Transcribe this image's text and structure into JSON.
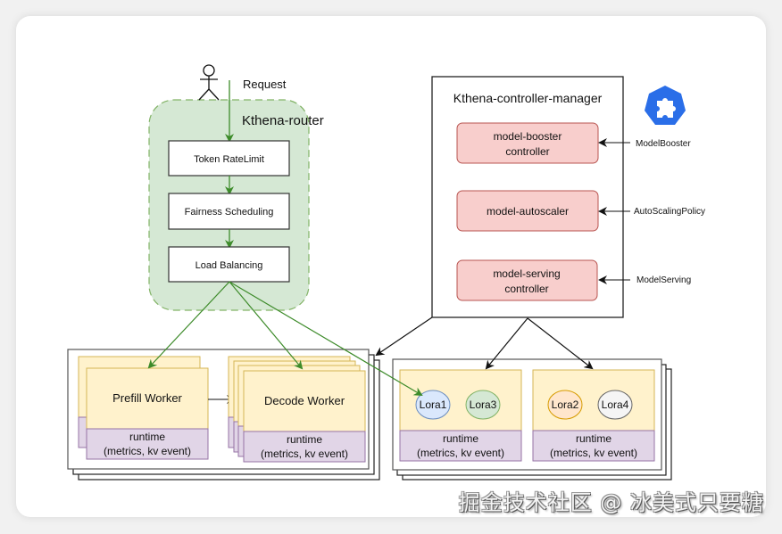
{
  "diagram": {
    "actor": {
      "label": "Request"
    },
    "router": {
      "title": "Kthena-router",
      "steps": [
        "Token RateLimit",
        "Fairness Scheduling",
        "Load Balancing"
      ],
      "fill": "#d5e8d4",
      "stroke": "#82b366"
    },
    "controller_manager": {
      "title": "Kthena-controller-manager",
      "controllers": [
        {
          "label_line1": "model-booster",
          "label_line2": "controller",
          "input": "ModelBooster"
        },
        {
          "label_line1": "model-autoscaler",
          "label_line2": "",
          "input": "AutoScalingPolicy"
        },
        {
          "label_line1": "model-serving",
          "label_line2": "controller",
          "input": "ModelServing"
        }
      ],
      "controller_fill": "#f8cecc",
      "controller_stroke": "#b85450"
    },
    "logo": {
      "icon": "kubernetes-puzzle-icon",
      "color": "#2a6ee8"
    },
    "pd_group": {
      "prefill": {
        "title": "Prefill Worker",
        "runtime_line1": "runtime",
        "runtime_line2": "(metrics, kv event)"
      },
      "decode": {
        "title": "Decode Worker",
        "runtime_line1": "runtime",
        "runtime_line2": "(metrics, kv event)"
      }
    },
    "lora_group": {
      "pods": [
        {
          "loras": [
            {
              "label": "Lora1",
              "fill": "#dae8fc",
              "stroke": "#6c8ebf"
            },
            {
              "label": "Lora3",
              "fill": "#d5e8d4",
              "stroke": "#82b366"
            }
          ],
          "runtime_line1": "runtime",
          "runtime_line2": "(metrics, kv event)"
        },
        {
          "loras": [
            {
              "label": "Lora2",
              "fill": "#ffe6cc",
              "stroke": "#d79b00"
            },
            {
              "label": "Lora4",
              "fill": "#f5f5f5",
              "stroke": "#666666"
            }
          ],
          "runtime_line1": "runtime",
          "runtime_line2": "(metrics, kv event)"
        }
      ]
    },
    "colors": {
      "worker_fill": "#fff2cc",
      "worker_stroke": "#d6b656",
      "runtime_fill": "#e1d5e7",
      "runtime_stroke": "#9673a6",
      "green_arrow": "#3d8b2a"
    }
  },
  "watermark": "掘金技术社区 @ 冰美式只要糖"
}
